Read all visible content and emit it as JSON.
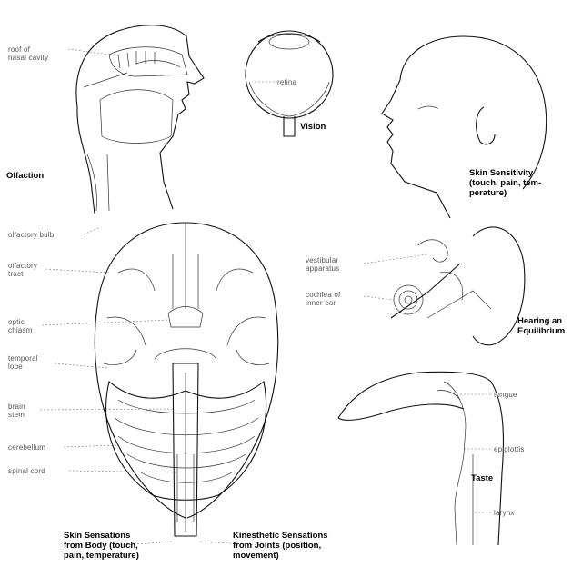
{
  "titles": {
    "olfaction": "Olfaction",
    "vision": "Vision",
    "skin_sensitivity": "Skin Sensitivity\n(touch, pain, tem-\nperature)",
    "hearing": "Hearing an\nEquilibrium",
    "taste": "Taste",
    "skin_body": "Skin Sensations\nfrom Body (touch,\npain, temperature)",
    "kinesthetic": "Kinesthetic Sensations\nfrom Joints (position,\nmovement)"
  },
  "labels": {
    "nasal_cavity": "roof of\nnasal cavity",
    "retina": "retina",
    "olfactory_bulb": "olfactory bulb",
    "olfactory_tract": "olfactory\ntract",
    "optic_chiasm": "optic\nchiasm",
    "temporal_lobe": "temporal\nlobe",
    "brain_stem": "brain\nstem",
    "cerebellum": "cerebellum",
    "spinal_cord": "spinal cord",
    "vestibular": "vestibular\napparatus",
    "cochlea": "cochlea of\ninner ear",
    "tongue": "tongue",
    "epiglottis": "epiglottis",
    "larynx": "larynx"
  }
}
